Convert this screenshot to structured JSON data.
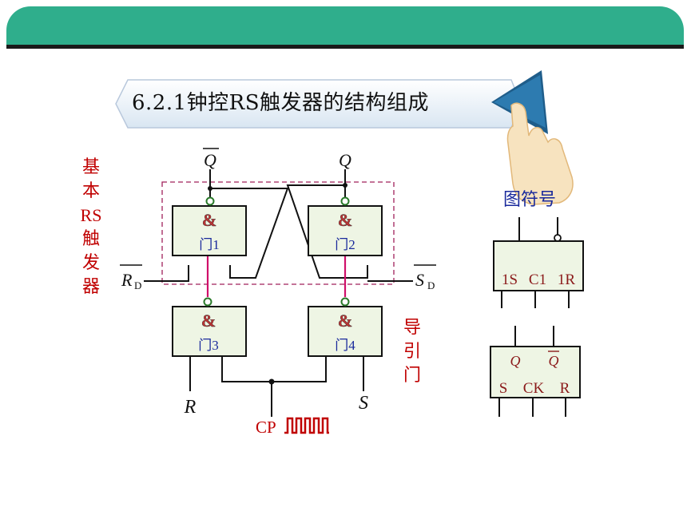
{
  "header": {
    "bar_color": "#2fae8c"
  },
  "title": {
    "text": "6.2.1钟控RS触发器的结构组成"
  },
  "labels": {
    "basic_rs": [
      "基",
      "本",
      "RS",
      "触",
      "发",
      "器"
    ],
    "guide_gate": [
      "导",
      "引",
      "门"
    ],
    "symbol_title": "图符号"
  },
  "circuit": {
    "gate_symbol": "&",
    "gates": [
      "门1",
      "门2",
      "门3",
      "门4"
    ],
    "q_bar": "Q",
    "q": "Q",
    "rd": "R",
    "rd_sub": "D",
    "sd": "S",
    "sd_sub": "D",
    "r_input": "R",
    "s_input": "S",
    "clock": "CP"
  },
  "symbol_top": {
    "pins": [
      "1S",
      "C1",
      "1R"
    ]
  },
  "symbol_bottom": {
    "q": "Q",
    "q_bar": "Q",
    "pins": [
      "S",
      "CK",
      "R"
    ]
  },
  "colors": {
    "gate_fill": "#eef5e4",
    "label_red": "#c00000",
    "symbol_text": "#8b1a1a",
    "wire_pink": "#d0106a"
  }
}
